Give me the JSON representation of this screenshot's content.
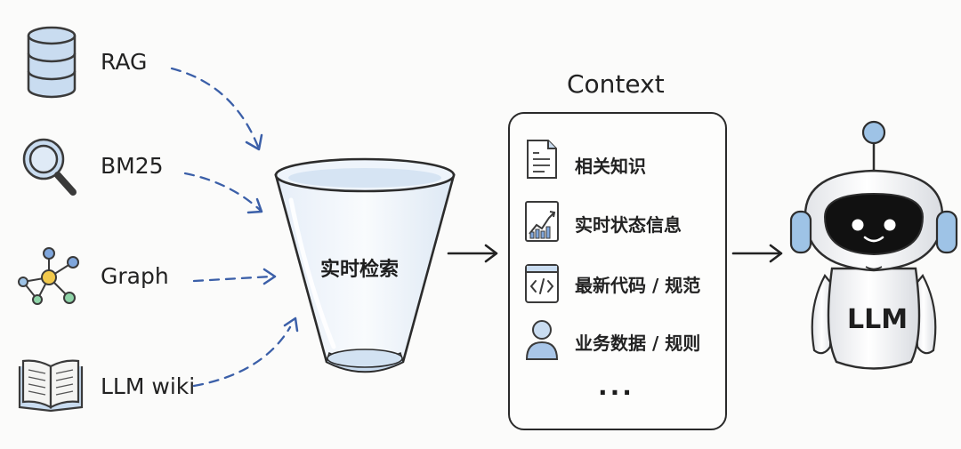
{
  "sources": [
    {
      "label": "RAG",
      "icon": "database-icon"
    },
    {
      "label": "BM25",
      "icon": "magnifier-icon"
    },
    {
      "label": "Graph",
      "icon": "graph-nodes-icon"
    },
    {
      "label": "LLM wiki",
      "icon": "open-book-icon"
    }
  ],
  "funnel": {
    "label": "实时检索"
  },
  "context": {
    "title": "Context",
    "items": [
      {
        "label": "相关知识",
        "icon": "document-icon"
      },
      {
        "label": "实时状态信息",
        "icon": "chart-icon"
      },
      {
        "label": "最新代码 / 规范",
        "icon": "code-icon"
      },
      {
        "label": "业务数据 / 规则",
        "icon": "user-icon"
      }
    ],
    "more": "..."
  },
  "robot": {
    "label": "LLM"
  },
  "colors": {
    "accent": "#3b5fa8",
    "icon_fill": "#c9dcf0",
    "stroke": "#2a2a2a"
  }
}
